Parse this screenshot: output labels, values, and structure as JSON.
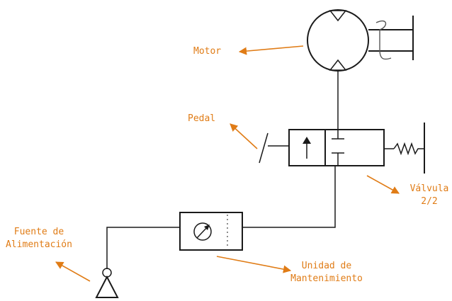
{
  "colors": {
    "annotation": "#e07c16",
    "stroke": "#1a1a1a"
  },
  "labels": {
    "motor": "Motor",
    "pedal": "Pedal",
    "valve_line1": "Válvula",
    "valve_line2": "2/2",
    "source_line1": "Fuente de",
    "source_line2": "Alimentación",
    "unit_line1": "Unidad de",
    "unit_line2": "Mantenimiento"
  }
}
